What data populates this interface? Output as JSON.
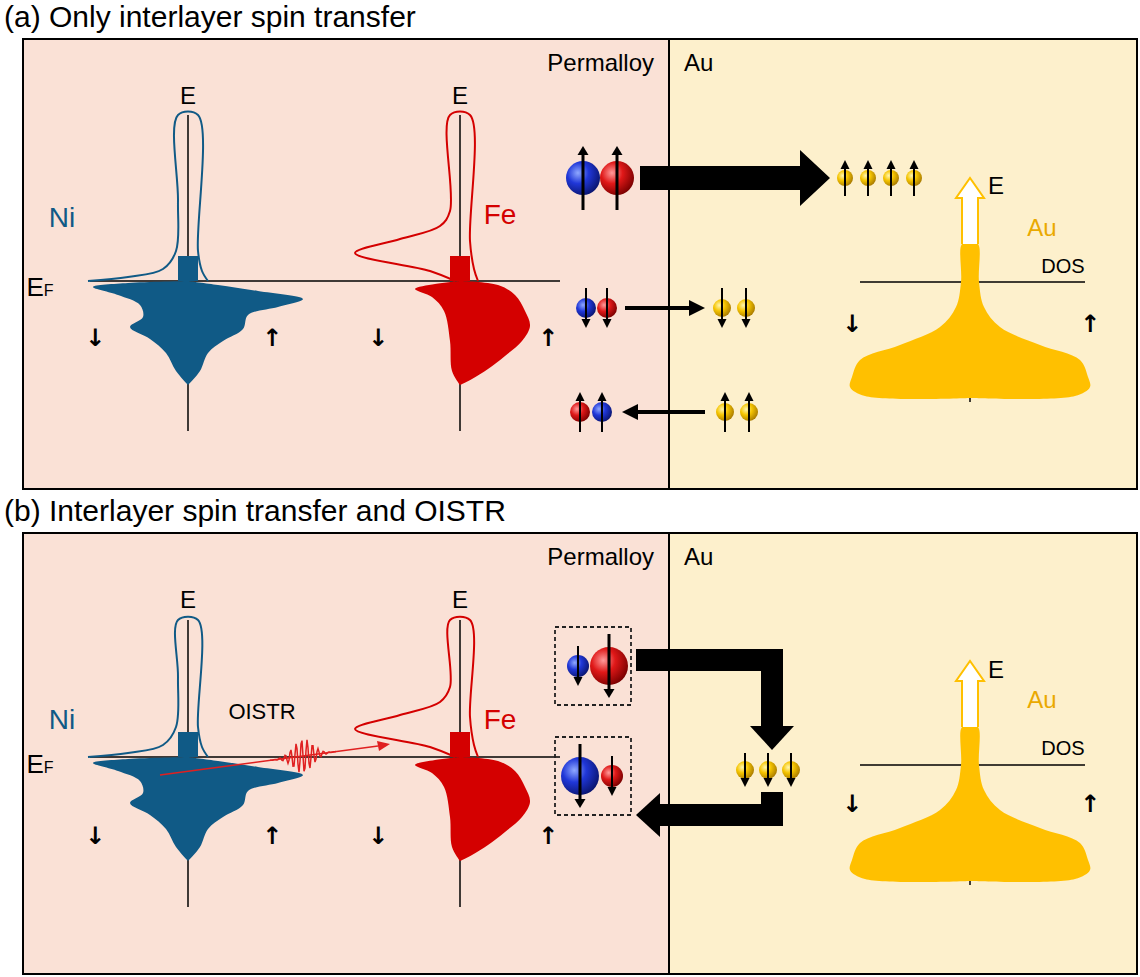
{
  "diagram": {
    "nodes": [
      {
        "text": [
          "(a) Only interlayer spin transfer"
        ]
      },
      {
        "text": [
          "Permalloy"
        ],
        "in": 0
      },
      {
        "text": [
          "Au"
        ],
        "in": 0
      },
      {
        "text": [
          "(b) Interlayer spin transfer and OISTR"
        ]
      },
      {
        "text": [
          "Permalloy"
        ],
        "in": 3
      },
      {
        "text": [
          "Au"
        ],
        "in": 3
      }
    ],
    "labels": [
      "E",
      "E",
      "Ni",
      "Fe",
      "EF",
      "↓",
      "↑",
      "↓",
      "↑",
      "E",
      "Au",
      "DOS",
      "↓",
      "↑",
      "E",
      "E",
      "Ni",
      "OISTR",
      "Fe",
      "EF",
      "↓",
      "↑",
      "↓",
      "↑",
      "E",
      "Au",
      "DOS",
      "↓",
      "↑"
    ]
  }
}
